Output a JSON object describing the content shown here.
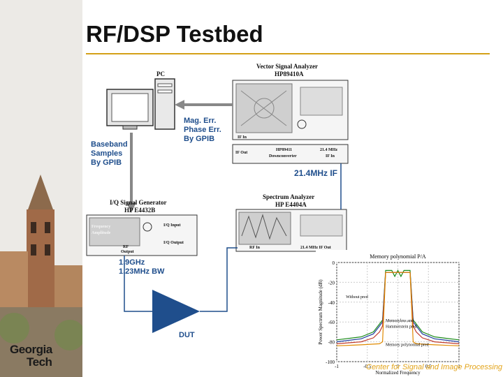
{
  "slide": {
    "title": "RF/DSP Testbed",
    "footer": "Center for Signal and Image Processing",
    "logo_line1": "Georgia",
    "logo_line2": "Tech"
  },
  "diagram": {
    "pc_label": "PC",
    "vsa_title": "Vector Signal Analyzer",
    "vsa_model": "HP89410A",
    "vsa_if_in": "IF In",
    "downconverter_ifout": "IF Out",
    "downconverter_model": "HP89411",
    "downconverter_sub": "Downconverter",
    "downconverter_freq": "21.4 MHz",
    "downconverter_ifin": "IF In",
    "if_label": "21.4MHz IF",
    "mag_err": "Mag. Err.",
    "phase_err": "Phase Err.",
    "by_gpib": "By GPIB",
    "baseband_1": "Baseband",
    "baseband_2": "Samples",
    "baseband_3": "By GPIB",
    "iq_title": "I/Q Signal Generator",
    "iq_model": "HP E4432B",
    "iq_freq": "Frequency",
    "iq_ampl": "Amplitude",
    "iq_input": "I/Q Input",
    "iq_output": "I/Q Output",
    "iq_rf": "RF",
    "iq_rf_out": "Output",
    "sa_title": "Spectrum Analyzer",
    "sa_model": "HP E4404A",
    "sa_rf_in": "RF In",
    "sa_if_out": "21.4 MHz IF Out",
    "rf_freq": "1.9GHz",
    "rf_bw": "1.23MHz BW",
    "dut": "DUT"
  },
  "chart_data": {
    "type": "line",
    "title": "Memory polynomial P/A",
    "xlabel": "Normalized Frequency",
    "ylabel": "Power Spectrum Magnitude (dB)",
    "xlim": [
      -1,
      1
    ],
    "ylim": [
      -100,
      0
    ],
    "x_ticks": [
      "-1",
      "-0.5",
      "0",
      "0.5",
      "1"
    ],
    "y_ticks": [
      "0",
      "-20",
      "-40",
      "-60",
      "-80",
      "-100"
    ],
    "annotations": [
      "Without pred",
      "Memoryless and",
      "Hammerstein pred",
      "Memory polynomial pred"
    ],
    "series": [
      {
        "color": "#1a8a1a",
        "x": [
          -1,
          -0.6,
          -0.4,
          -0.3,
          -0.25,
          -0.2,
          -0.1,
          -0.05,
          0,
          0.05,
          0.1,
          0.2,
          0.25,
          0.3,
          0.4,
          0.6,
          1
        ],
        "y": [
          -78,
          -75,
          -70,
          -62,
          -58,
          -8,
          -8,
          -14,
          -8,
          -14,
          -8,
          -8,
          -58,
          -62,
          -70,
          -75,
          -78
        ]
      },
      {
        "color": "#1f3f9f",
        "x": [
          -1,
          -0.6,
          -0.4,
          -0.3,
          -0.25,
          -0.2,
          0,
          0.2,
          0.25,
          0.3,
          0.4,
          0.6,
          1
        ],
        "y": [
          -80,
          -77,
          -72,
          -64,
          -60,
          -10,
          -10,
          -10,
          -60,
          -64,
          -72,
          -77,
          -80
        ]
      },
      {
        "color": "#c0392b",
        "x": [
          -1,
          -0.6,
          -0.4,
          -0.3,
          -0.25,
          -0.2,
          0,
          0.2,
          0.25,
          0.3,
          0.4,
          0.6,
          1
        ],
        "y": [
          -82,
          -80,
          -76,
          -70,
          -64,
          -10,
          -10,
          -10,
          -64,
          -70,
          -76,
          -80,
          -82
        ]
      },
      {
        "color": "#e08a00",
        "x": [
          -1,
          -0.6,
          -0.3,
          -0.25,
          -0.2,
          0,
          0.2,
          0.25,
          0.3,
          0.6,
          1
        ],
        "y": [
          -84,
          -83,
          -82,
          -80,
          -10,
          -10,
          -10,
          -80,
          -82,
          -83,
          -84
        ]
      }
    ]
  },
  "colors": {
    "title_rule": "#d4a017",
    "label_blue": "#1f4e8c",
    "dut_triangle": "#1f4e8c",
    "footer": "#e3a41a"
  }
}
